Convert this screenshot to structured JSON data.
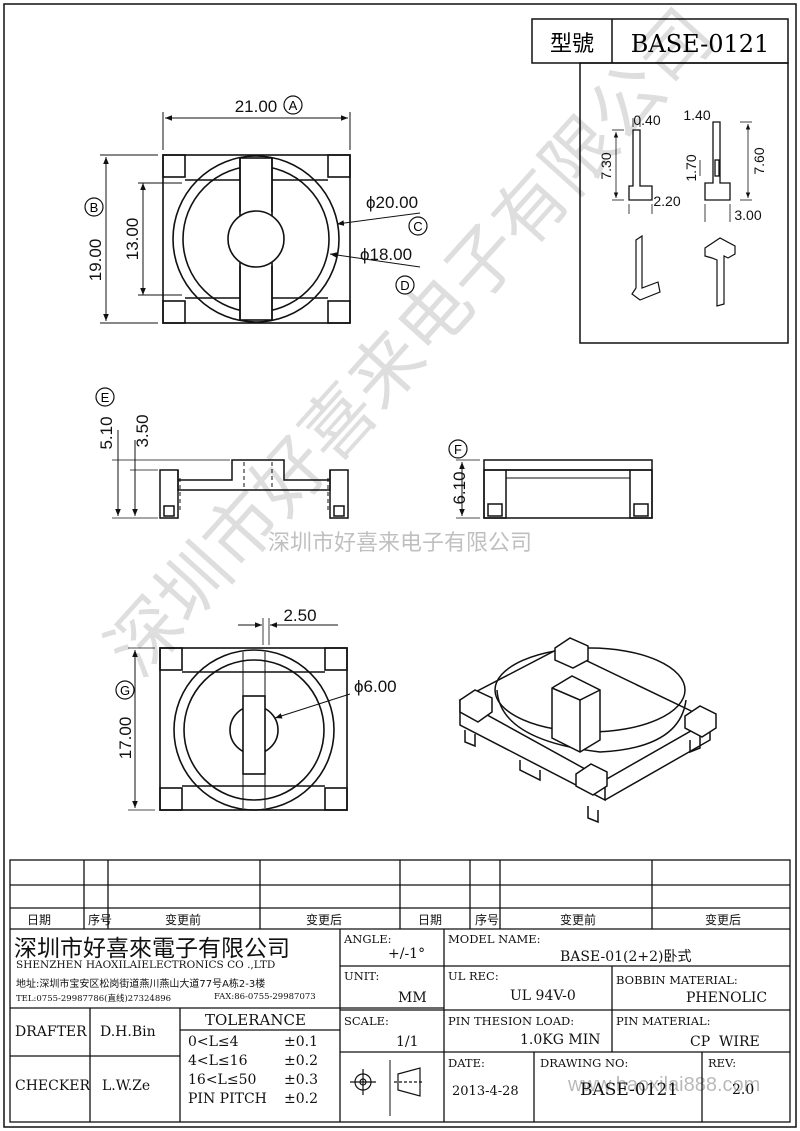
{
  "header": {
    "model_label": "型號",
    "model_value": "BASE-0121"
  },
  "drawing": {
    "top_view": {
      "width": "21.00",
      "height": "19.00",
      "inner_height": "13.00",
      "dia_outer": "ϕ20.00",
      "dia_inner": "ϕ18.00",
      "mark_a": "A",
      "mark_b": "B",
      "mark_c": "C",
      "mark_d": "D"
    },
    "front_view": {
      "total_height": "5.10",
      "base_height": "3.50",
      "mark_e": "E"
    },
    "side_view": {
      "height": "6.10",
      "mark_f": "F"
    },
    "bottom_view": {
      "pitch": "2.50",
      "height": "17.00",
      "hole": "ϕ6.00",
      "mark_g": "G"
    },
    "pin_detail": {
      "d040": "0.40",
      "d140": "1.40",
      "d730": "7.30",
      "d170": "1.70",
      "d760": "7.60",
      "d220": "2.20",
      "d300": "3.00"
    }
  },
  "watermark": {
    "diagonal": "深圳市好喜来电子有限公司",
    "horizontal": "深圳市好喜来电子有限公司",
    "url": "www.haoxilai888.com"
  },
  "revision_table": {
    "headers": [
      "日期",
      "序号",
      "变更前",
      "变更后",
      "日期",
      "序号",
      "变更前",
      "变更后"
    ]
  },
  "company": {
    "name_cn": "深圳市好喜來電子有限公司",
    "name_en": "SHENZHEN HAOXILAIELECTRONICS CO .,LTD",
    "address": "地址:深圳市宝安区松岗街道燕川燕山大道77号A栋2-3楼",
    "tel": "TEL:0755-29987786(直线)27324896",
    "fax": "FAX:86-0755-29987073"
  },
  "fields": {
    "angle_label": "ANGLE:",
    "angle_value": "+/-1°",
    "model_name_label": "MODEL NAME:",
    "model_name_value": "BASE-01(2+2)卧式",
    "unit_label": "UNIT:",
    "unit_value": "MM",
    "ul_label": "UL REC:",
    "ul_value": "UL 94V-0",
    "bobbin_label": "BOBBIN MATERIAL:",
    "bobbin_value": "PHENOLIC",
    "scale_label": "SCALE:",
    "scale_value": "1/1",
    "pin_load_label": "PIN THESION LOAD:",
    "pin_load_value": "1.0KG MIN",
    "pin_mat_label": "PIN MATERIAL:",
    "pin_mat_value": "CP  WIRE",
    "date_label": "DATE:",
    "date_value": "2013-4-28",
    "drawing_no_label": "DRAWING NO:",
    "drawing_no_value": "BASE-0121",
    "rev_label": "REV:",
    "rev_value": "2.0"
  },
  "people": {
    "drafter_label": "DRAFTER",
    "drafter_name": "D.H.Bin",
    "checker_label": "CHECKER",
    "checker_name": "L.W.Ze"
  },
  "tolerance": {
    "title": "TOLERANCE",
    "rows": [
      {
        "range": "0<L≤4",
        "tol": "±0.1"
      },
      {
        "range": "4<L≤16",
        "tol": "±0.2"
      },
      {
        "range": "16<L≤50",
        "tol": "±0.3"
      },
      {
        "range": "PIN PITCH",
        "tol": "±0.2"
      }
    ]
  }
}
